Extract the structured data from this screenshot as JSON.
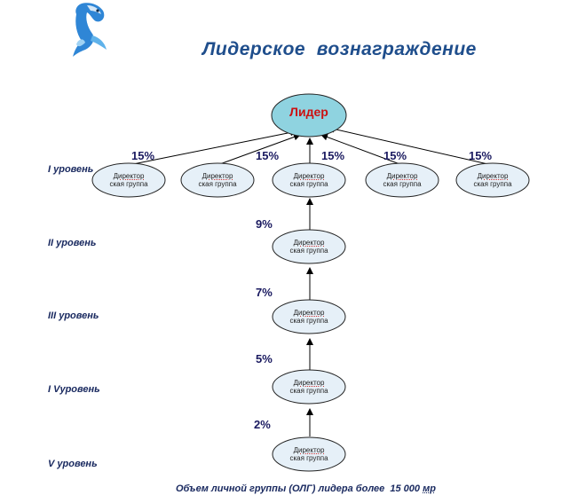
{
  "title": "Лидерское  вознаграждение",
  "leader": {
    "label": "Лидер"
  },
  "levels": [
    {
      "label": "I уровень"
    },
    {
      "label": "II уровень"
    },
    {
      "label": "III уровень"
    },
    {
      "label": "I Vуровень"
    },
    {
      "label": "V уровень"
    }
  ],
  "node": {
    "line1": "Директор",
    "line2": "ская группа"
  },
  "percents": {
    "level1": [
      "15%",
      "15%",
      "15%",
      "15%",
      "15%"
    ],
    "level2": "9%",
    "level3": "7%",
    "level4": "5%",
    "level5": "2%"
  },
  "footer": {
    "text": "Объем личной группы (ОЛГ) лидера более  15 000 ",
    "unit": "мр"
  },
  "colors": {
    "leader_fill": "#8fd3e0",
    "node_fill": "#e6f0f8",
    "title": "#1f4e8c",
    "leader_text": "#cc1111",
    "logo": "#2f86d6"
  },
  "logo_icon": "dolphin-logo-icon"
}
